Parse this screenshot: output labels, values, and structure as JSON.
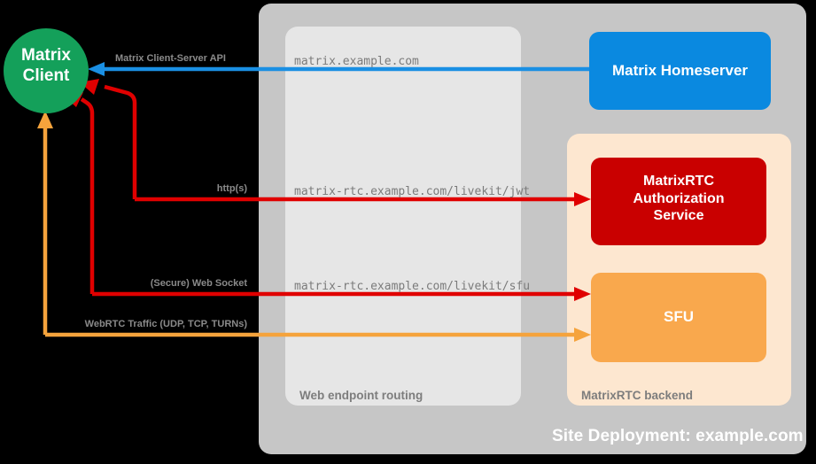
{
  "diagram": {
    "title": "Site Deployment: example.com",
    "background": "#000000",
    "site_container": {
      "caption": "Site Deployment: example.com",
      "color": "#c6c6c6"
    },
    "groups": [
      {
        "id": "web-endpoint-routing",
        "caption": "Web endpoint routing",
        "color": "#e6e6e6"
      },
      {
        "id": "matrixrtc-backend",
        "caption": "MatrixRTC backend",
        "color": "#fde7d0"
      }
    ],
    "nodes": [
      {
        "id": "matrix-client",
        "label_line1": "Matrix",
        "label_line2": "Client",
        "color": "#14a05a",
        "shape": "circle"
      },
      {
        "id": "matrix-homeserver",
        "label": "Matrix Homeserver",
        "color": "#0a89e0",
        "shape": "rounded-rect"
      },
      {
        "id": "matrixrtc-auth-service",
        "label_line1": "MatrixRTC",
        "label_line2": "Authorization",
        "label_line3": "Service",
        "color": "#c90000",
        "shape": "rounded-rect"
      },
      {
        "id": "sfu",
        "label": "SFU",
        "color": "#f9a84d",
        "shape": "rounded-rect"
      }
    ],
    "route_labels": [
      {
        "id": "route-matrix",
        "text": "matrix.example.com"
      },
      {
        "id": "route-jwt",
        "text": "matrix-rtc.example.com/livekit/jwt"
      },
      {
        "id": "route-sfu",
        "text": "matrix-rtc.example.com/livekit/sfu"
      }
    ],
    "edges": [
      {
        "id": "edge-cs-api",
        "label": "Matrix Client-Server API",
        "color": "#1a8fe3"
      },
      {
        "id": "edge-https",
        "label": "http(s)",
        "color": "#e00000"
      },
      {
        "id": "edge-websocket",
        "label": "(Secure) Web Socket",
        "color": "#e00000"
      },
      {
        "id": "edge-webrtc",
        "label": "WebRTC Traffic (UDP, TCP, TURNs)",
        "color": "#f5a33c"
      }
    ]
  }
}
